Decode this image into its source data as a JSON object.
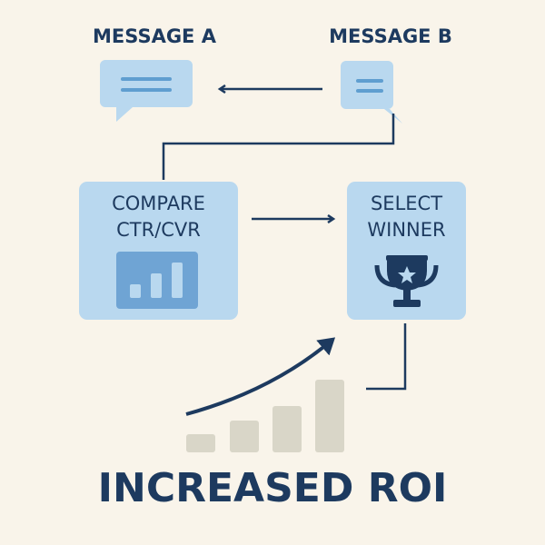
{
  "message_a": "MESSAGE A",
  "message_b": "MESSAGE B",
  "compare": {
    "line1": "COMPARE",
    "line2": "CTR/CVR"
  },
  "select": {
    "line1": "SELECT",
    "line2": "WINNER"
  },
  "footer": "INCREASED ROI",
  "colors": {
    "background": "#f9f4ea",
    "navy": "#1d3a5f",
    "box": "#b9d8ef",
    "accent": "#6fa4d4",
    "bars": "#d9d6c8"
  }
}
